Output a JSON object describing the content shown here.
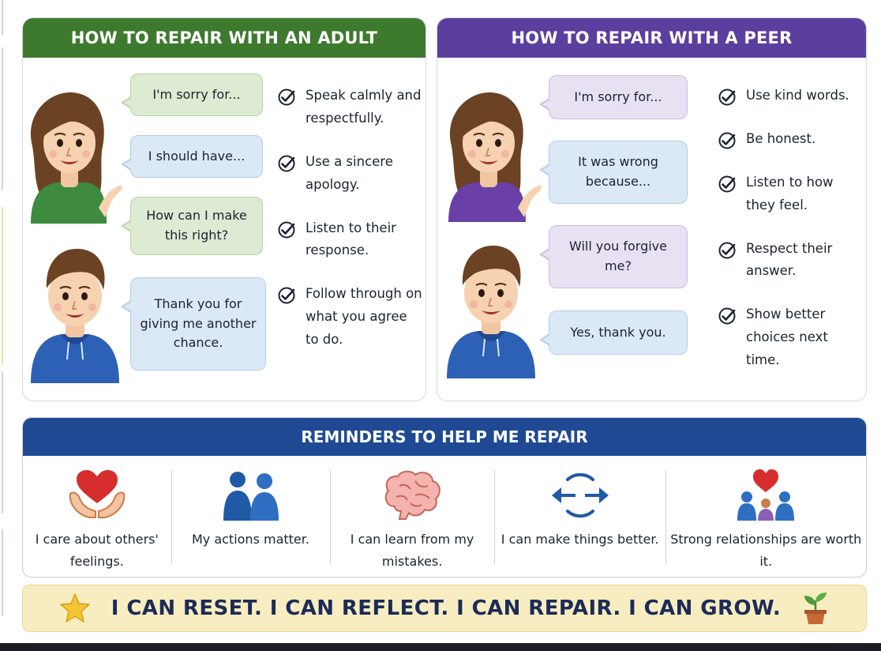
{
  "adult": {
    "title": "HOW TO REPAIR WITH AN ADULT",
    "bubbles": [
      "I'm sorry for...",
      "I should have...",
      "How can I make this right?",
      "Thank you for giving me another chance."
    ],
    "tips": [
      "Speak calmly and respectfully.",
      "Use a sincere apology.",
      "Listen to their response.",
      "Follow through on what you agree to do."
    ]
  },
  "peer": {
    "title": "HOW TO REPAIR WITH A PEER",
    "bubbles": [
      "I'm sorry for...",
      "It was wrong because...",
      "Will you forgive me?",
      "Yes, thank you."
    ],
    "tips": [
      "Use kind words.",
      "Be honest.",
      "Listen to how they feel.",
      "Respect their answer.",
      "Show better choices next time."
    ]
  },
  "reminders": {
    "title": "REMINDERS TO HELP ME REPAIR",
    "items": [
      {
        "icon": "heart-hands-icon",
        "label": "I care about others' feelings."
      },
      {
        "icon": "two-people-icon",
        "label": "My actions matter."
      },
      {
        "icon": "brain-icon",
        "label": "I can learn from my mistakes."
      },
      {
        "icon": "circular-arrows-icon",
        "label": "I can make things better."
      },
      {
        "icon": "family-heart-icon",
        "label": "Strong relationships are worth it."
      }
    ]
  },
  "motto": {
    "text": "I CAN RESET.  I CAN REFLECT.  I CAN REPAIR.  I CAN GROW.",
    "left_icon": "star-icon",
    "right_icon": "sprout-icon"
  },
  "colors": {
    "adult_header": "#3d7a2e",
    "peer_header": "#5b3f9e",
    "reminders_header": "#1f4a93",
    "motto_background": "#f7edc0"
  }
}
